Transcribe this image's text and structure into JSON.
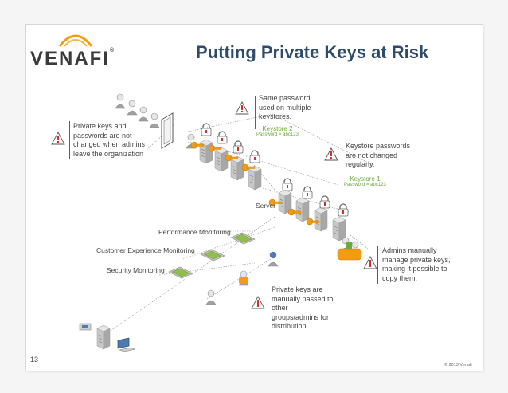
{
  "brand": {
    "logo_text": "VENAFI",
    "logo_reg": "®"
  },
  "title": "Putting Private Keys at Risk",
  "notes": {
    "same_password": "Same password used on multiple keystores.",
    "admins_leave": "Private keys and passwords are not changed when admins leave the organization",
    "keystore_passwords": "Keystore passwords are not changed regularly.",
    "admins_manually": "Admins manually manage private keys, making it possible to copy them.",
    "passed_to_groups": "Private keys are manually passed to other groups/admins for distribution."
  },
  "keystores": {
    "k2": {
      "name": "Keystore 2",
      "password": "Password = abc123"
    },
    "k1": {
      "name": "Keystore 1",
      "password": "Password = abc123"
    }
  },
  "labels": {
    "server": "Server",
    "perf": "Performance Monitoring",
    "cx": "Customer Experience Monitoring",
    "sec": "Security Monitoring"
  },
  "footer": {
    "page": "13",
    "copyright": "© 2013 Venafi"
  },
  "colors": {
    "title": "#2e4b6b",
    "accent_green": "#6aaa3a",
    "warning_red": "#d0312d",
    "server_gray": "#c8c8c8",
    "key_orange": "#f39c12"
  }
}
